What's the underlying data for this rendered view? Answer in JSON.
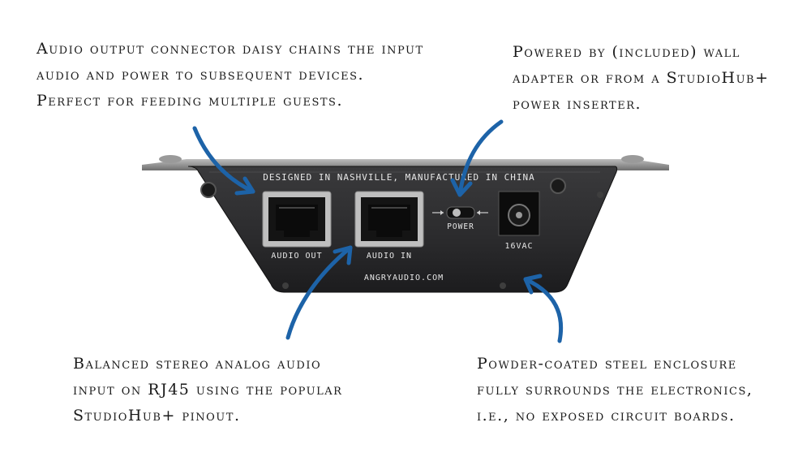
{
  "annotations": {
    "audio_output": [
      "Audio output connector daisy chains the input",
      "audio and power to subsequent devices.",
      "Perfect for feeding multiple guests."
    ],
    "power": [
      "Powered by (included) wall",
      "adapter or from a StudioHub+",
      "power inserter."
    ],
    "audio_input": [
      "Balanced stereo analog audio",
      "input on RJ45 using the popular",
      "StudioHub+ pinout."
    ],
    "enclosure": [
      "Powder-coated steel enclosure",
      "fully surrounds the electronics,",
      "i.e., no exposed circuit boards."
    ]
  },
  "device": {
    "top_text": "DESIGNED IN NASHVILLE, MANUFACTURED IN CHINA",
    "port_audio_out": "AUDIO OUT",
    "port_audio_in": "AUDIO IN",
    "switch_label": "POWER",
    "dc_label": "16VAC",
    "website": "ANGRYAUDIO.COM"
  },
  "colors": {
    "arrow": "#1d63a8",
    "enclosure": "#2b2b2d",
    "port_frame": "#c9c9c9"
  }
}
